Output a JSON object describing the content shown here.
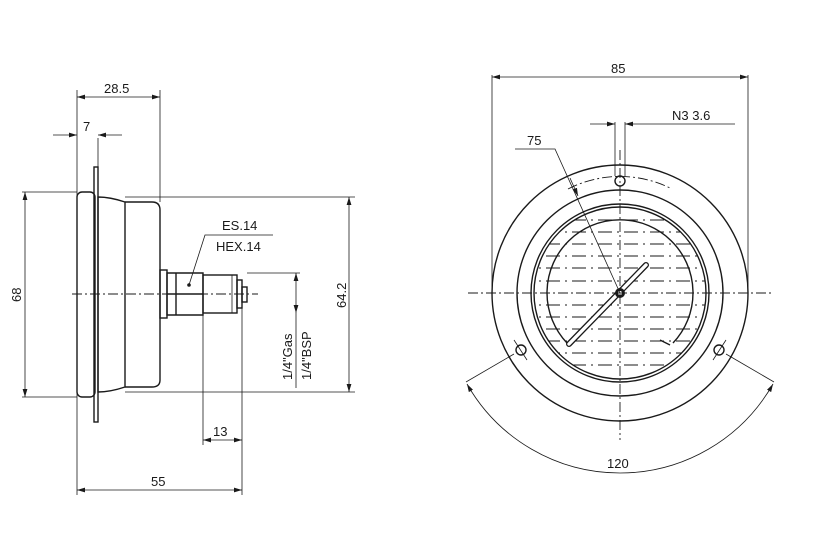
{
  "side_view": {
    "dim_depth_case": "28.5",
    "dim_flange": "7",
    "dim_bezel_dia": "68",
    "dim_case_dia": "64.2",
    "dim_connection_length": "13",
    "dim_total_depth": "55",
    "wrench_label_1": "ES.14",
    "wrench_label_2": "HEX.14",
    "thread_label_1": "1/4\"Gas",
    "thread_label_2": "1/4\"BSP"
  },
  "front_view": {
    "dim_flange_dia": "85",
    "dim_hole": "N3 3.6",
    "dim_dial": "75",
    "dim_hole_angle": "120"
  }
}
